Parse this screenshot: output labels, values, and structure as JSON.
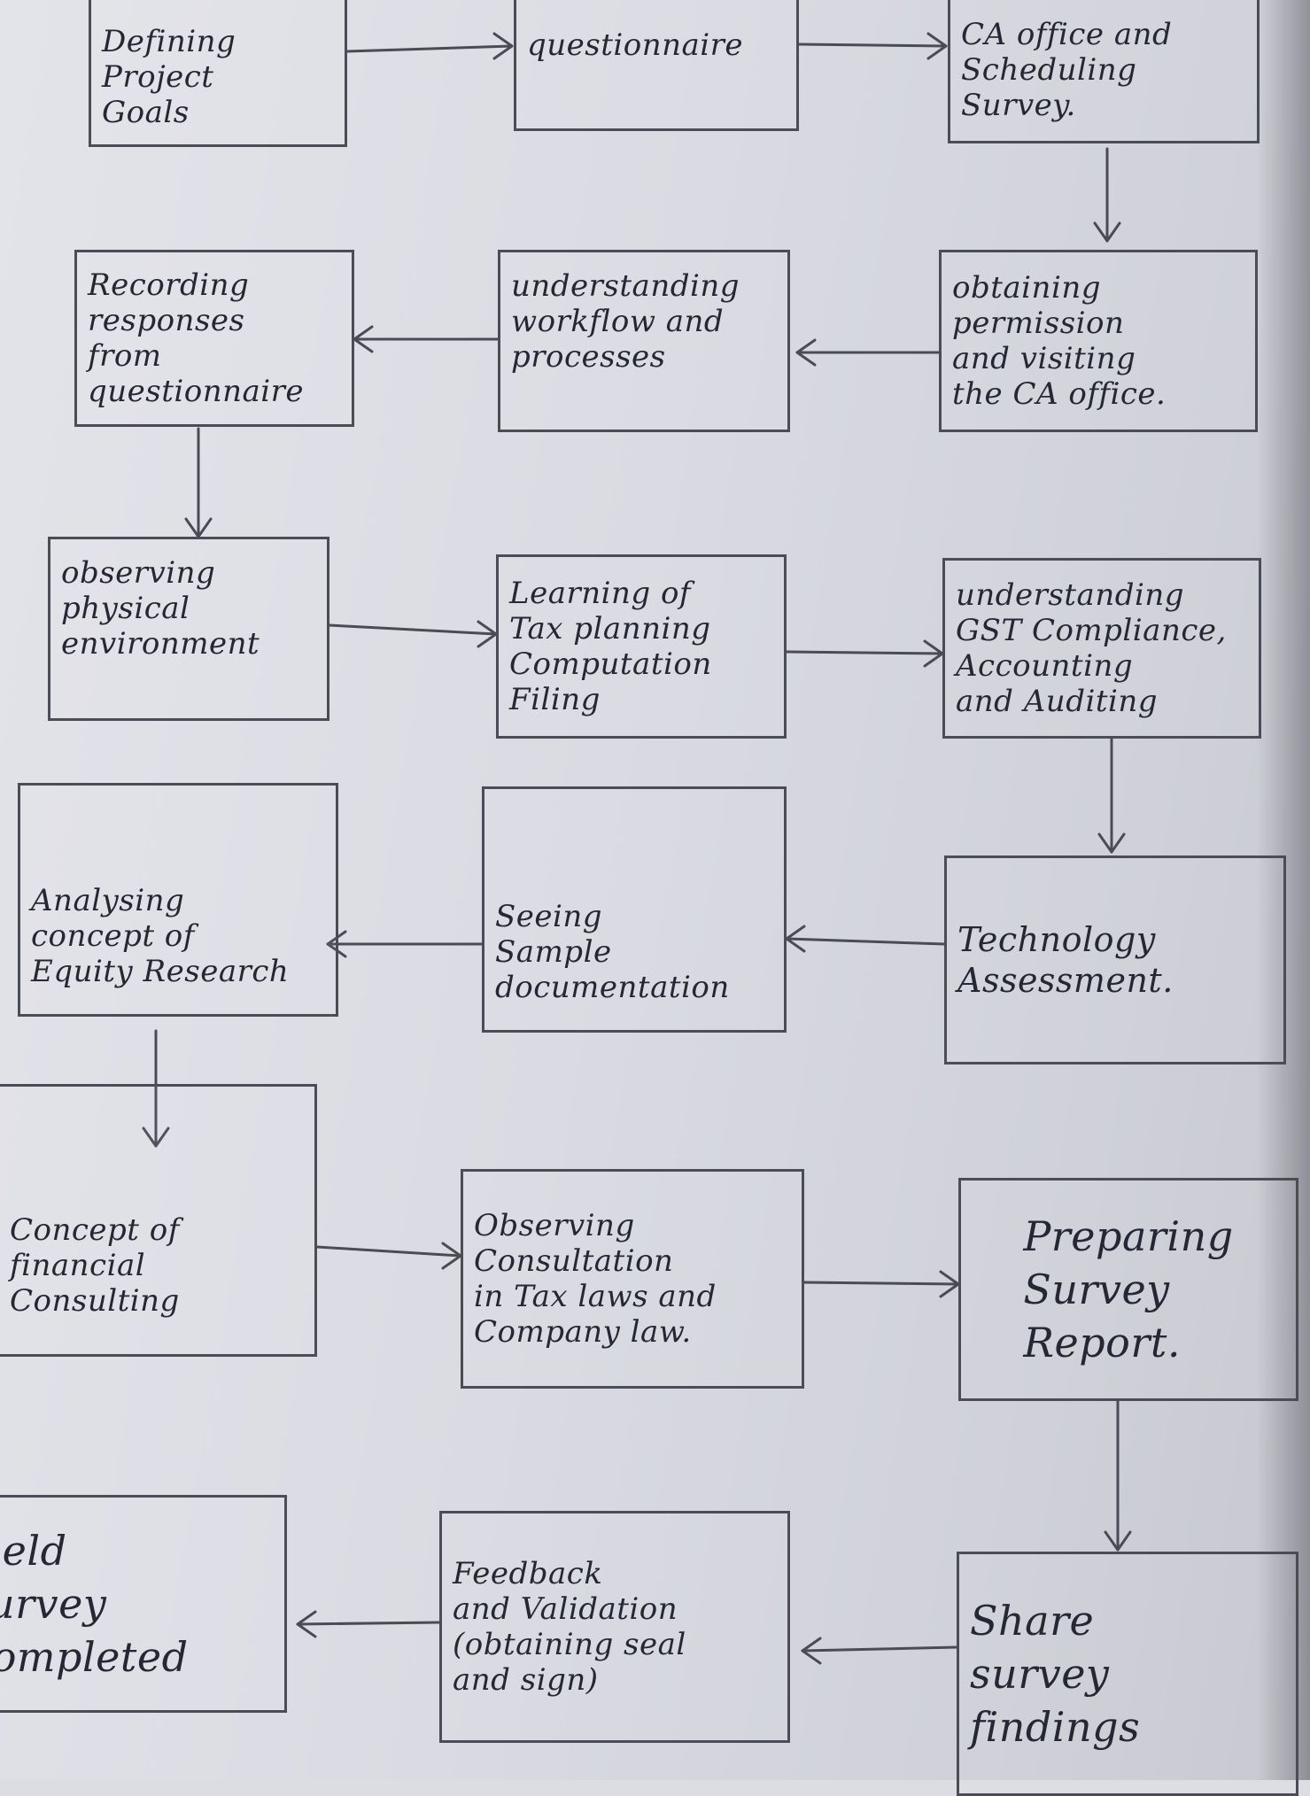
{
  "steps": {
    "defining_goals": "Defining\nProject\nGoals",
    "questionnaire": "questionnaire",
    "ca_office_survey": "CA office and\nScheduling\nSurvey.",
    "recording_responses": "Recording\nresponses\nfrom\nquestionnaire",
    "workflow": "understanding\nworkflow and\nprocesses",
    "permission_visit": "obtaining\npermission\nand visiting\nthe CA office.",
    "physical_environment": "observing\nphysical\nenvironment",
    "tax_planning": "Learning of\nTax planning\nComputation\nFiling",
    "gst": "understanding\nGST Compliance,\nAccounting\nand Auditing",
    "equity_research": "Analysing\nconcept of\nEquity Research",
    "sample_docs": "Seeing\nSample\ndocumentation",
    "technology": "Technology\nAssessment.",
    "financial_consulting": "Concept of\nfinancial\nConsulting",
    "consultation_tax": "Observing\nConsultation\nin Tax laws and\nCompany law.",
    "survey_report": "Preparing\nSurvey\nReport.",
    "field_completed": "Field\nSurvey\nCompleted",
    "feedback_validation": "Feedback\nand Validation\n(obtaining seal\nand sign)",
    "share_findings": "Share\nsurvey\nfindings"
  }
}
